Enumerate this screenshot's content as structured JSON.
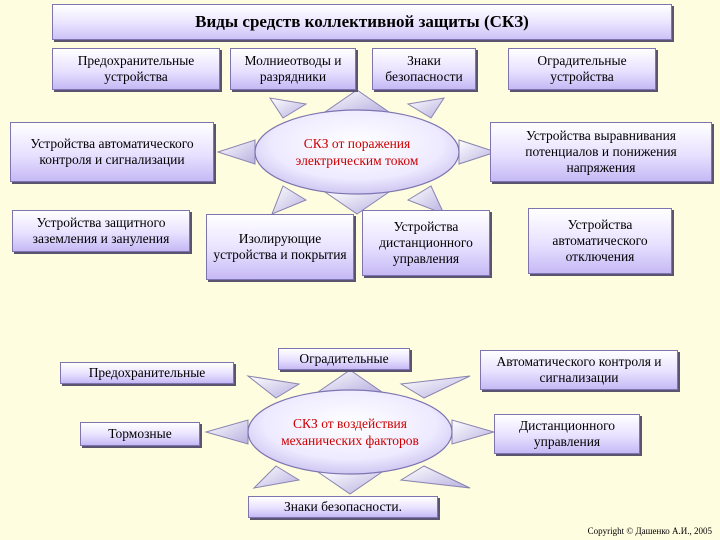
{
  "title": "Виды средств коллективной защиты (СКЗ)",
  "electric": {
    "center": "СКЗ от поражения электрическим током",
    "items": [
      "Предохранительные устройства",
      "Молниеотводы и разрядники",
      "Знаки безопасности",
      "Оградительные устройства",
      "Устройства автоматического контроля и сигнализации",
      "Устройства выравнивания потенциалов и понижения напряжения",
      "Устройства защитного заземления и зануления",
      "Изолирующие устройства и покрытия",
      "Устройства дистанционного управления",
      "Устройства автоматического отключения"
    ]
  },
  "mechanical": {
    "center": "СКЗ от воздействия механических факторов",
    "items": [
      "Предохранительные",
      "Оградительные",
      "Автоматического контроля и сигнализации",
      "Тормозные",
      "Дистанционного управления",
      "Знаки безопасности."
    ]
  },
  "copyright": "Copyright © Дашенко А.И., 2005",
  "colors": {
    "background": "#fffde0",
    "box_fill": "#e8e1ff",
    "center_text": "#cc0000",
    "arrow_fill": "#c9c3e6"
  }
}
